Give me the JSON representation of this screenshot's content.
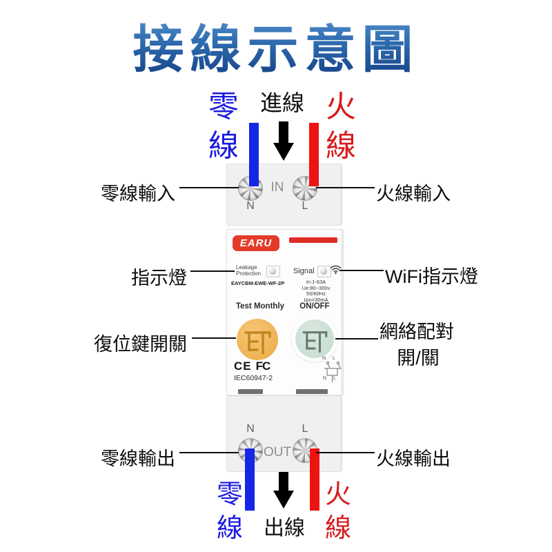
{
  "title": "接線示意圖",
  "colors": {
    "title_blue": "#2f6cb0",
    "neutral_blue": "#1b1be0",
    "live_red": "#d61c1c",
    "wire_blue": "#1526e6",
    "wire_red": "#ee1212",
    "brand_red": "#e23b2a",
    "reset_button_orange": "#efb254",
    "pair_button_green": "#cbdfd4"
  },
  "top_wires": {
    "neutral_label": "零線",
    "incoming_label": "進線",
    "live_label": "火線"
  },
  "bottom_wires": {
    "neutral_label": "零線",
    "outgoing_label": "出線",
    "live_label": "火線"
  },
  "callouts": {
    "neutral_input": "零線輸入",
    "live_input": "火線輸入",
    "indicator_light": "指示燈",
    "wifi_indicator": "WiFi指示燈",
    "reset_switch": "復位鍵開關",
    "pairing_line1": "網絡配對",
    "pairing_line2": "開/關",
    "neutral_output": "零線輸出",
    "live_output": "火線輸出"
  },
  "device": {
    "brand": "EARU",
    "in_port": "IN",
    "out_port": "OUT",
    "terminal_n": "N",
    "terminal_l": "L",
    "leakage_line1": "Leakage",
    "leakage_line2": "Protection",
    "signal_label": "Signal",
    "model": "EAYCBM-EWE-WF-2P",
    "specs": [
      "In:1-63A",
      "Ue:80~300v",
      "50/60Hz",
      "IΔn=30mA"
    ],
    "test_label": "Test Monthly",
    "onoff_label": "ON/OFF",
    "cert_ce": "CE",
    "cert_fcc": "FC",
    "standard": "IEC60947-2",
    "schematic": {
      "top_n": "N",
      "top_l": "L",
      "bottom_n": "N",
      "bottom_l": "L"
    },
    "icons": {
      "wifi": "wifi-icon",
      "leakage_led": "led-indicator",
      "signal_led": "led-indicator",
      "button_mark": "earu-et-brand-mark",
      "terminal": "screw-terminal",
      "flow_arrow": "down-arrow"
    }
  }
}
